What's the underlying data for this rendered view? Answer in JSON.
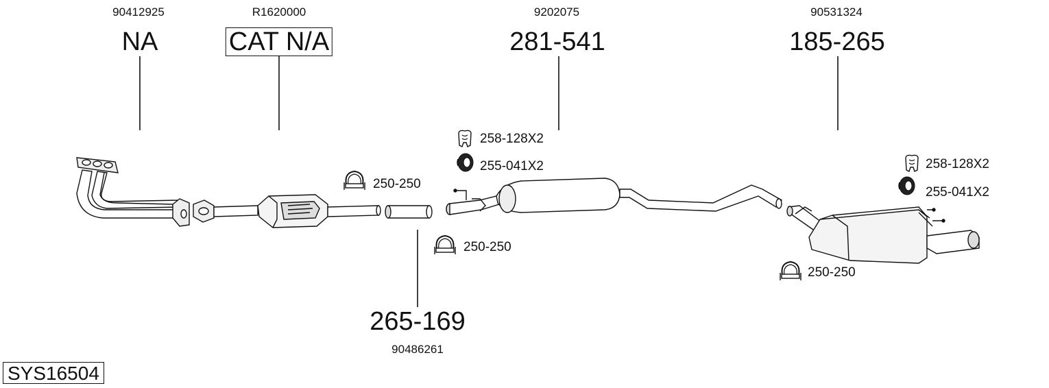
{
  "diagram": {
    "system_id": "SYS16504",
    "parts": [
      {
        "oem": "90412925",
        "code": "NA"
      },
      {
        "oem": "R1620000",
        "code": "CAT N/A"
      },
      {
        "oem": "9202075",
        "code": "281-541"
      },
      {
        "oem": "90531324",
        "code": "185-265"
      },
      {
        "oem": "90486261",
        "code": "265-169"
      }
    ],
    "fittings": [
      {
        "label": "258-128X2",
        "icon": "rubber-hanger-icon"
      },
      {
        "label": "255-041X2",
        "icon": "rubber-ring-icon"
      },
      {
        "label": "250-250",
        "icon": "pipe-clamp-icon"
      },
      {
        "label": "250-250",
        "icon": "pipe-clamp-icon"
      },
      {
        "label": "258-128X2",
        "icon": "rubber-hanger-icon"
      },
      {
        "label": "255-041X2",
        "icon": "rubber-ring-icon"
      },
      {
        "label": "250-250",
        "icon": "pipe-clamp-icon"
      }
    ]
  }
}
